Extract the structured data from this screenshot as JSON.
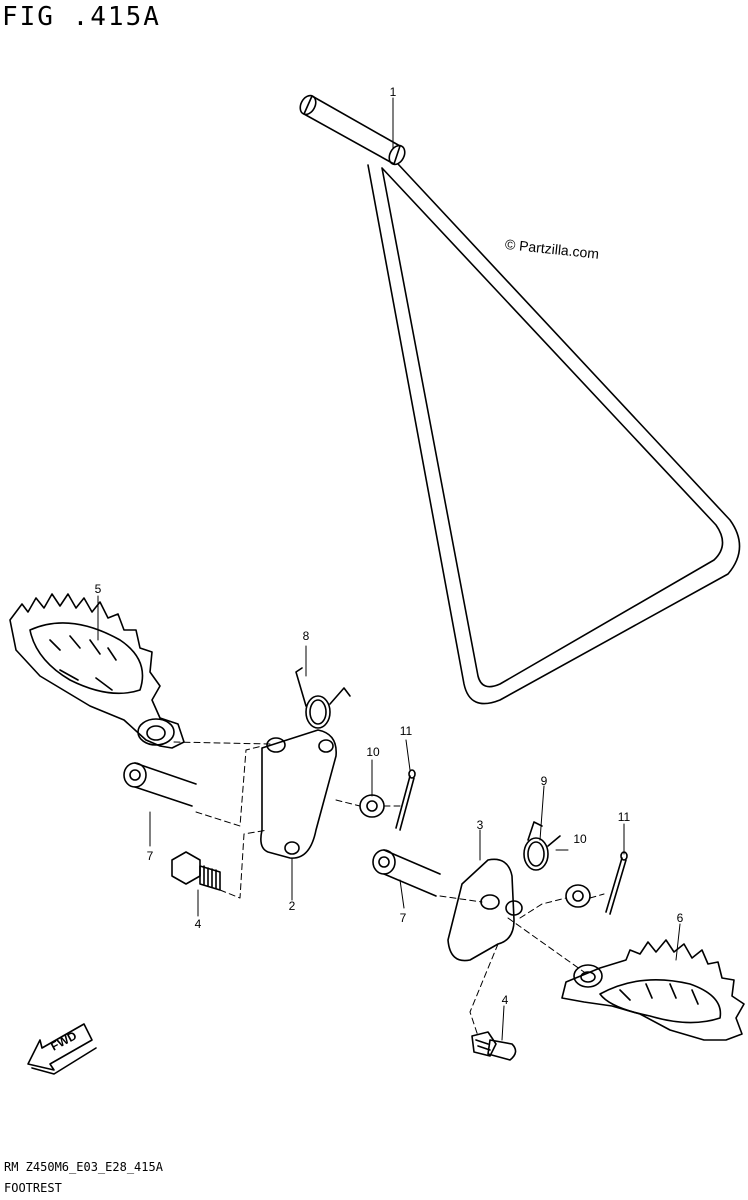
{
  "figure": {
    "title": "FIG .415A",
    "watermark": "© Partzilla.com",
    "model_code": "RM Z450M6_E03_E28_415A",
    "caption": "FOOTREST",
    "fwd_label": "FWD"
  },
  "callouts": [
    {
      "id": "c1",
      "label": "1"
    },
    {
      "id": "c2",
      "label": "2"
    },
    {
      "id": "c3",
      "label": "3"
    },
    {
      "id": "c4a",
      "label": "4"
    },
    {
      "id": "c4b",
      "label": "4"
    },
    {
      "id": "c5",
      "label": "5"
    },
    {
      "id": "c6",
      "label": "6"
    },
    {
      "id": "c7a",
      "label": "7"
    },
    {
      "id": "c7b",
      "label": "7"
    },
    {
      "id": "c8",
      "label": "8"
    },
    {
      "id": "c9",
      "label": "9"
    },
    {
      "id": "c10a",
      "label": "10"
    },
    {
      "id": "c10b",
      "label": "10"
    },
    {
      "id": "c11a",
      "label": "11"
    },
    {
      "id": "c11b",
      "label": "11"
    }
  ]
}
